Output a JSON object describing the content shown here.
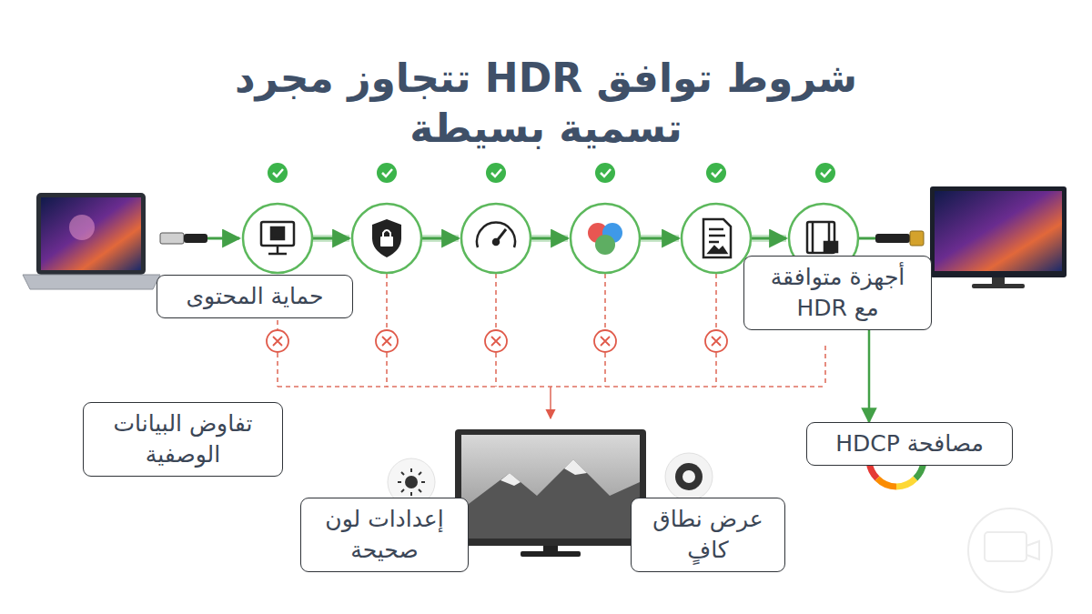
{
  "diagram": {
    "title": "شروط توافق HDR تتجاوز مجرد تسمية بسيطة",
    "nodes": [
      {
        "text": [
          "أجهزة متوافقة مع HDR"
        ]
      },
      {
        "text": [
          "حماية المحتوى"
        ]
      },
      {
        "text": [
          "مصافحة HDCP"
        ]
      },
      {
        "text": [
          "تفاوض البيانات الوصفية"
        ]
      },
      {
        "text": [
          "عرض نطاق كافٍ"
        ]
      },
      {
        "text": [
          "إعدادات لون صحيحة"
        ]
      }
    ],
    "edges": [
      {
        "from": 0,
        "to": 2,
        "arrow": "to"
      }
    ]
  }
}
